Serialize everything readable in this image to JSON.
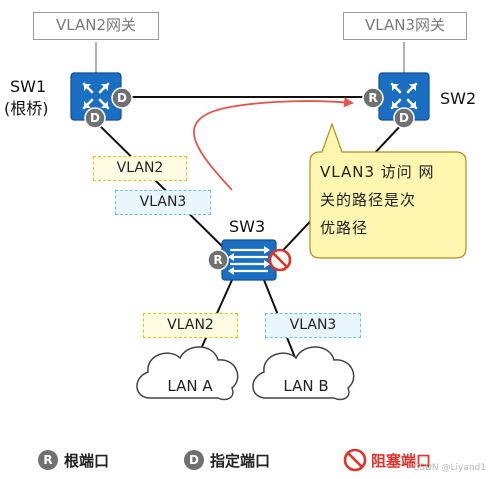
{
  "gateways": {
    "vlan2": "VLAN2网关",
    "vlan3": "VLAN3网关"
  },
  "switches": {
    "sw1": {
      "name": "SW1",
      "note": "(根桥)"
    },
    "sw2": {
      "name": "SW2"
    },
    "sw3": {
      "name": "SW3"
    }
  },
  "port_badges": {
    "root": "R",
    "designated": "D"
  },
  "vlan_tags": {
    "upper_vlan2": "VLAN2",
    "upper_vlan3": "VLAN3",
    "lower_vlan2": "VLAN2",
    "lower_vlan3": "VLAN3"
  },
  "callout": {
    "lines": [
      "VLAN3 访问 网",
      "关的路径是次",
      "优路径"
    ]
  },
  "lans": {
    "a": "LAN A",
    "b": "LAN B"
  },
  "legend": {
    "root_port": {
      "badge": "R",
      "label": "根端口"
    },
    "designated_port": {
      "badge": "D",
      "label": "指定端口"
    },
    "blocked_port": {
      "label": "阻塞端口"
    }
  },
  "watermark": "CSDN @Liyand1",
  "colors": {
    "switch_blue": "#1b6fc2",
    "badge_gray": "#707070",
    "blocked_red": "#e0322a",
    "path_red": "#e2574a",
    "vlan2_yellow": "#e0c21b",
    "vlan3_blue": "#6cc1e8",
    "callout_fill": "#fff6b0"
  }
}
